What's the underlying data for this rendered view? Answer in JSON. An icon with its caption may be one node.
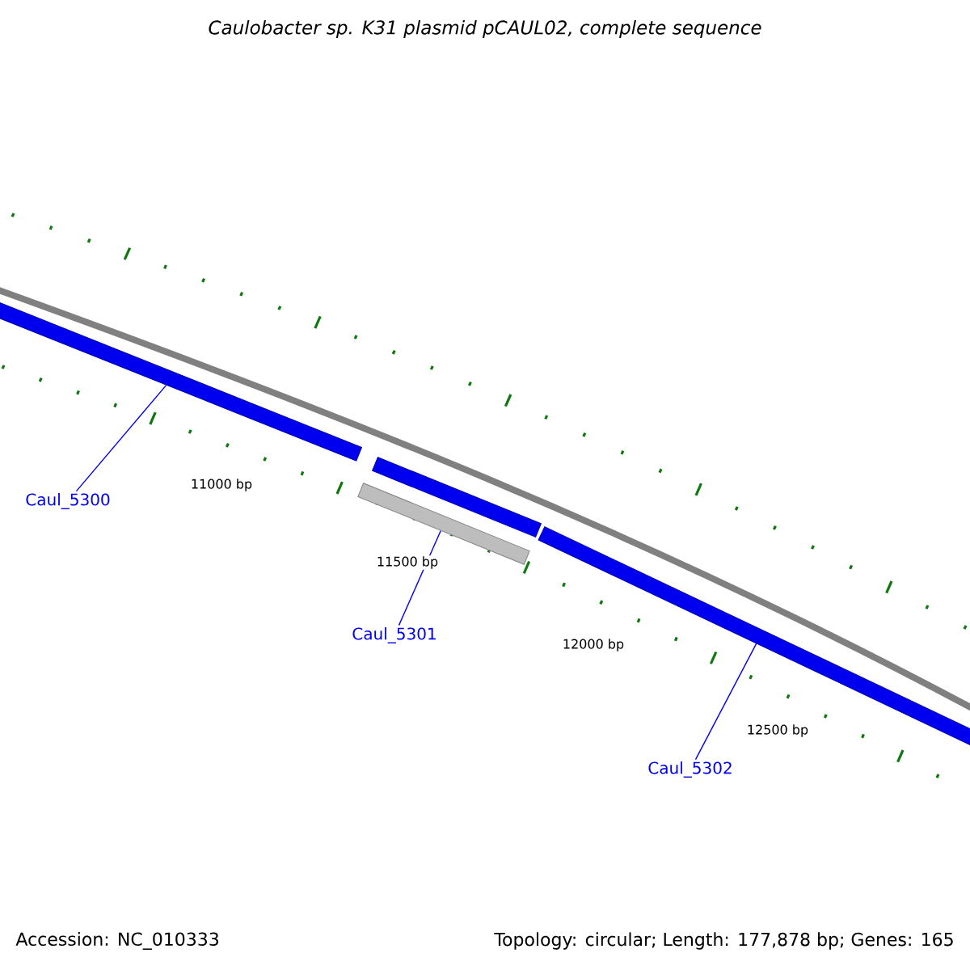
{
  "diagram": {
    "title": "Caulobacter sp. K31 plasmid pCAUL02, complete sequence",
    "nodes": [
      {
        "text": [],
        "shape": "bar"
      },
      {
        "text": [],
        "shape": "bar"
      },
      {
        "text": [],
        "shape": "bar"
      },
      {
        "text": [],
        "shape": "bar"
      },
      {
        "text": [
          "Caul_5300"
        ]
      },
      {
        "text": [
          "Caul_5301"
        ]
      },
      {
        "text": [
          "Caul_5302"
        ]
      }
    ],
    "edges": [
      {
        "from": 4,
        "to": 0,
        "arrow": "none"
      },
      {
        "from": 5,
        "to": 1,
        "arrow": "none"
      },
      {
        "from": 6,
        "to": 3,
        "arrow": "none"
      }
    ],
    "labels": [
      "11000 bp",
      "11500 bp",
      "12000 bp",
      "12500 bp",
      "Accession: NC_010333",
      "Topology: circular; Length: 177,878 bp; Genes: 165"
    ]
  }
}
